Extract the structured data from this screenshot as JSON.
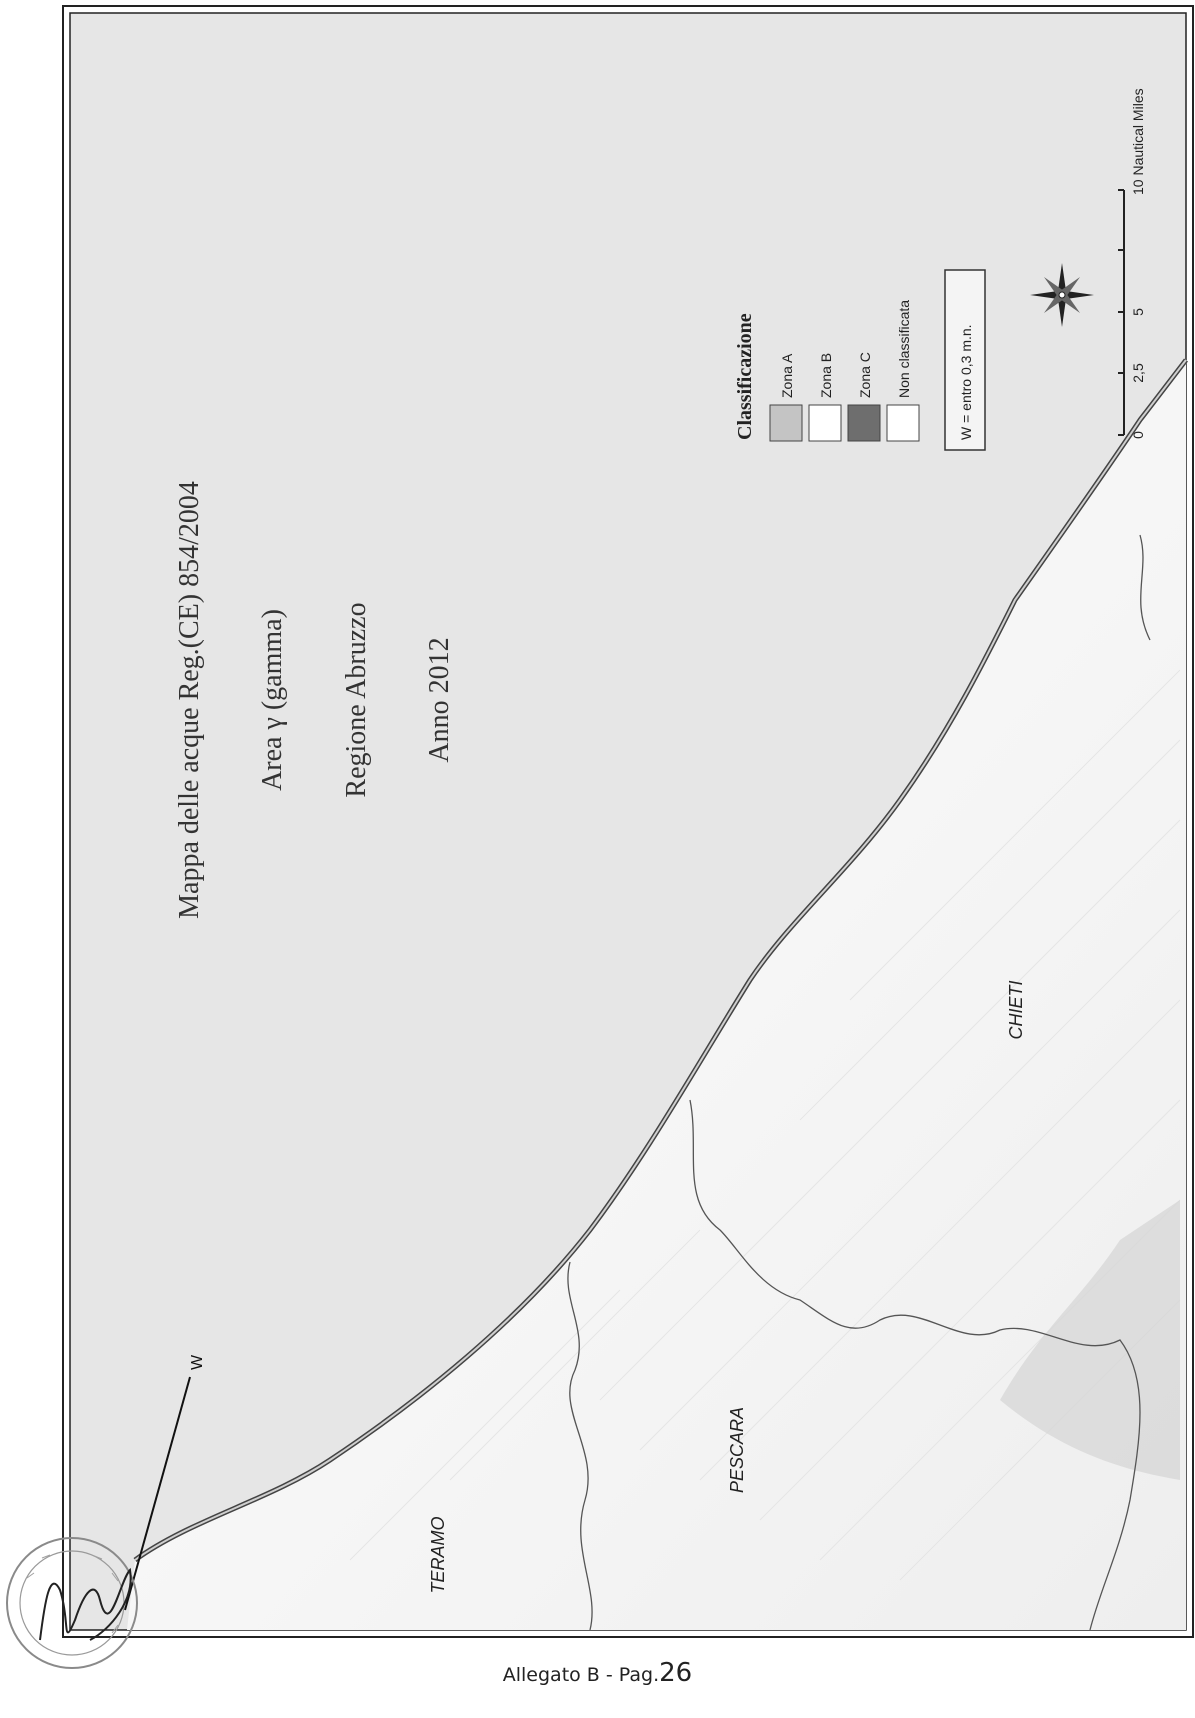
{
  "map": {
    "title": "Mappa delle acque Reg.(CE) 854/2004",
    "area": "Area  γ  (gamma)",
    "region": "Regione Abruzzo",
    "year": "Anno 2012",
    "w_label": "W",
    "provinces": [
      "TERAMO",
      "PESCARA",
      "CHIETI"
    ],
    "colors": {
      "sea": "#e6e6e6",
      "land": "#f7f7f7",
      "zona_a": "#c4c4c4",
      "zona_c": "#6e6e6e"
    }
  },
  "legend": {
    "title": "Classificazione",
    "items": [
      {
        "label": "Zona A",
        "color": "#c4c4c4"
      },
      {
        "label": "Zona B",
        "color": "#ffffff"
      },
      {
        "label": "Zona C",
        "color": "#6e6e6e"
      },
      {
        "label": "Non classificata",
        "color": "#ffffff"
      }
    ],
    "note": "W = entro 0,3 m.n."
  },
  "scale_bar": {
    "ticks": [
      "0",
      "2,5",
      "5",
      "10 Nautical Miles"
    ]
  },
  "compass": {
    "icon": "north-arrow-icon"
  },
  "footer": {
    "prefix": "Allegato B - Pag.",
    "page": "26"
  }
}
